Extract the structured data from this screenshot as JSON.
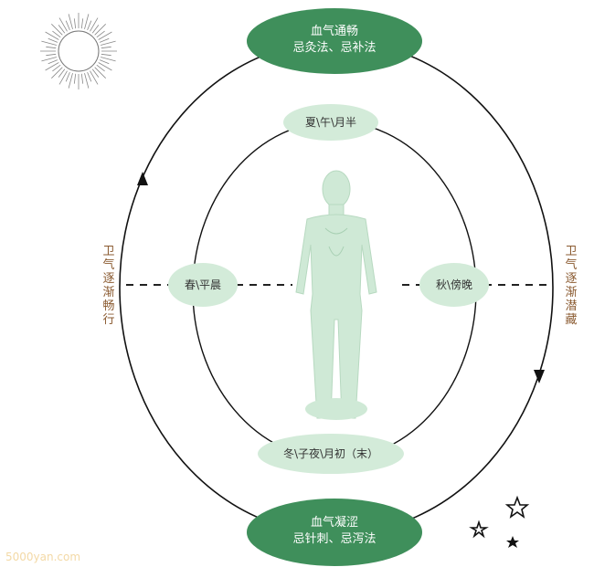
{
  "diagram": {
    "top_node": {
      "line1": "血气通畅",
      "line2": "忌灸法、忌补法"
    },
    "bottom_node": {
      "line1": "血气凝涩",
      "line2": "忌针刺、忌泻法"
    },
    "inner_top": "夏\\午\\月半",
    "inner_left": "春\\平晨",
    "inner_right": "秋\\傍晚",
    "inner_bottom": "冬\\子夜\\月初（末）",
    "left_side": "卫气逐渐畅行",
    "right_side": "卫气逐渐潜藏"
  },
  "colors": {
    "node_green": "#3f8f5b",
    "light_green": "#d3ebd9",
    "body_green": "#cfe9d6",
    "label_brown": "#8a5a30"
  },
  "watermark": "5000yan.com",
  "icons": [
    "sun-icon",
    "star-icon"
  ]
}
